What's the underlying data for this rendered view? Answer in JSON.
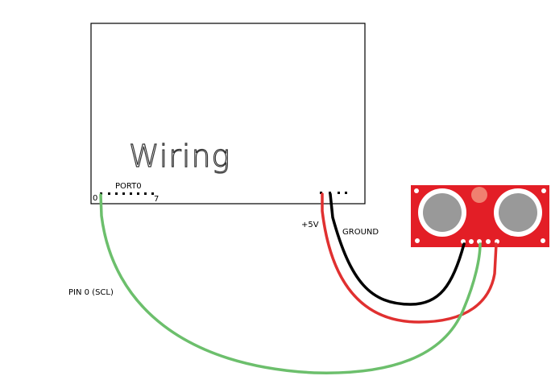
{
  "board": {
    "logo_text": "Wiring",
    "port_label": "PORT0",
    "port_start": "0",
    "port_end": "7"
  },
  "labels": {
    "vcc": "+5V",
    "ground": "GROUND",
    "signal": "PIN 0 (SCL)"
  },
  "colors": {
    "vcc_wire": "#e03030",
    "ground_wire": "#000000",
    "signal_wire": "#6cbf6c",
    "sensor_board": "#e31e26",
    "transducer": "#999999",
    "led": "#f08070"
  }
}
